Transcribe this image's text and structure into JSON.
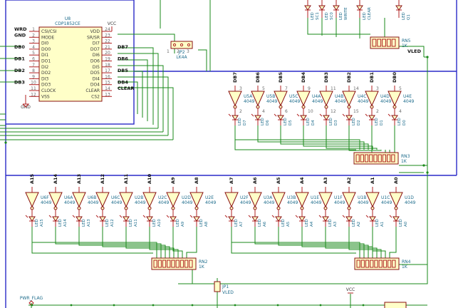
{
  "u8": {
    "ref": "U8",
    "part": "CDP1852CE",
    "vcc": "VCC",
    "gnd": "GND",
    "left_pins": [
      {
        "num": "1",
        "name": "CSI/CSI"
      },
      {
        "num": "2",
        "name": "MODE"
      },
      {
        "num": "3",
        "name": "DI0"
      },
      {
        "num": "4",
        "name": "DO0"
      },
      {
        "num": "5",
        "name": "DI1"
      },
      {
        "num": "6",
        "name": "DO1"
      },
      {
        "num": "7",
        "name": "DI2"
      },
      {
        "num": "8",
        "name": "DO2"
      },
      {
        "num": "9",
        "name": "DI3"
      },
      {
        "num": "10",
        "name": "DO3"
      },
      {
        "num": "11",
        "name": "CLOCK"
      },
      {
        "num": "12",
        "name": "VSS"
      }
    ],
    "right_pins": [
      {
        "num": "24",
        "name": "VDD"
      },
      {
        "num": "23",
        "name": "SR/SR"
      },
      {
        "num": "22",
        "name": "DI7"
      },
      {
        "num": "21",
        "name": "DO7"
      },
      {
        "num": "20",
        "name": "DI6"
      },
      {
        "num": "19",
        "name": "DO6"
      },
      {
        "num": "18",
        "name": "DI5"
      },
      {
        "num": "17",
        "name": "DO5"
      },
      {
        "num": "16",
        "name": "DI4"
      },
      {
        "num": "15",
        "name": "DO4"
      },
      {
        "num": "14",
        "name": "CLEAR"
      },
      {
        "num": "13",
        "name": "CS2"
      }
    ],
    "left_nets": [
      "WRD",
      "GND",
      "DB0",
      "DB1",
      "DB2",
      "DB3"
    ],
    "right_nets": [
      "DB7",
      "DB6",
      "DB5",
      "DB4",
      "CLEAR"
    ]
  },
  "jp2": {
    "ref": "JP2",
    "part": "LK4A",
    "pins": [
      "1",
      "2",
      "3"
    ]
  },
  "top_leds": [
    {
      "ref": "LED",
      "net": "SC1"
    },
    {
      "ref": "LED",
      "net": "SC0"
    },
    {
      "ref": "LED",
      "net": "WRITE"
    },
    {
      "ref": "LED",
      "net": "CLEAR"
    },
    {
      "ref": "LED",
      "net": "Q1"
    }
  ],
  "rn5": {
    "ref": "RN5",
    "value": "1K",
    "net": "VLED"
  },
  "rn3": {
    "ref": "RN3",
    "value": "1K"
  },
  "rn2": {
    "ref": "RN2",
    "value": "1K"
  },
  "rn4": {
    "ref": "RN4",
    "value": "1K"
  },
  "jp1": {
    "ref": "JP1",
    "net": "VLED"
  },
  "pwr_flag": "PWR_FLAG",
  "vcc2": "VCC",
  "data_buffers": [
    {
      "net": "DB7",
      "ref": "U5A",
      "part": "4049",
      "led": "D7",
      "in": "3",
      "out": "2"
    },
    {
      "net": "DB6",
      "ref": "U5B",
      "part": "4049",
      "led": "D6",
      "in": "5",
      "out": "4"
    },
    {
      "net": "DB5",
      "ref": "U5C",
      "part": "4049",
      "led": "D5",
      "in": "7",
      "out": "6"
    },
    {
      "net": "DB4",
      "ref": "U4A",
      "part": "4049",
      "led": "D4",
      "in": "9",
      "out": "10"
    },
    {
      "net": "DB3",
      "ref": "U4B",
      "part": "4049",
      "led": "D3",
      "in": "11",
      "out": "12"
    },
    {
      "net": "DB2",
      "ref": "U4C",
      "part": "4049",
      "led": "D2",
      "in": "14",
      "out": "15"
    },
    {
      "net": "DB1",
      "ref": "U4D",
      "part": "4049",
      "led": "D1",
      "in": "3",
      "out": "2"
    },
    {
      "net": "DB0",
      "ref": "U4E",
      "part": "4049",
      "led": "D0",
      "in": "5",
      "out": "4"
    }
  ],
  "addr_hi_buffers": [
    {
      "net": "A15",
      "ref": "U6F",
      "part": "4049",
      "led": "A15"
    },
    {
      "net": "A14",
      "ref": "U6A",
      "part": "4049",
      "led": "A14"
    },
    {
      "net": "A13",
      "ref": "U6B",
      "part": "4049",
      "led": "A13"
    },
    {
      "net": "A12",
      "ref": "U6C",
      "part": "4049",
      "led": "A12"
    },
    {
      "net": "A11",
      "ref": "U2B",
      "part": "4049",
      "led": "A11"
    },
    {
      "net": "A10",
      "ref": "U2C",
      "part": "4049",
      "led": "A10"
    },
    {
      "net": "A9",
      "ref": "U2D",
      "part": "4049",
      "led": "A9"
    },
    {
      "net": "A8",
      "ref": "U2E",
      "part": "4049",
      "led": "A8"
    }
  ],
  "addr_lo_buffers": [
    {
      "net": "A7",
      "ref": "U2F",
      "part": "4049",
      "led": "A7"
    },
    {
      "net": "A6",
      "ref": "U3A",
      "part": "4049",
      "led": "A6"
    },
    {
      "net": "A5",
      "ref": "U3B",
      "part": "4049",
      "led": "A5"
    },
    {
      "net": "A4",
      "ref": "U1E",
      "part": "4049",
      "led": "A4"
    },
    {
      "net": "A3",
      "ref": "U1F",
      "part": "4049",
      "led": "A3"
    },
    {
      "net": "A2",
      "ref": "U1B",
      "part": "4049",
      "led": "A2"
    },
    {
      "net": "A1",
      "ref": "U1C",
      "part": "4049",
      "led": "A1"
    },
    {
      "net": "A0",
      "ref": "U1D",
      "part": "4049",
      "led": "A0"
    }
  ],
  "colors": {
    "wire": "#1a8a1a",
    "bus": "#2a2ac8",
    "component": "#8a1010",
    "fill": "#ffffc8",
    "label": "#1a6a8a"
  }
}
